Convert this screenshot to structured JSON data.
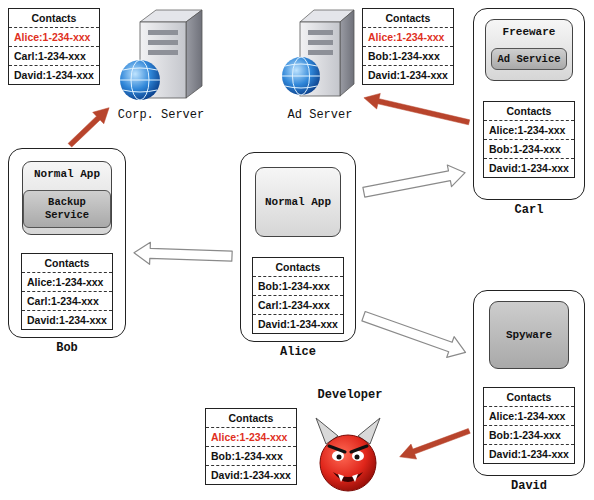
{
  "diagram": {
    "nodes": [
      {
        "text": [
          "Contacts",
          "Alice:1-234-xxx",
          "Carl:1-234-xxx",
          "David:1-234-xxx"
        ]
      },
      {
        "text": [
          "Corp. Server"
        ]
      },
      {
        "text": [
          "Ad Server"
        ]
      },
      {
        "text": [
          "Contacts",
          "Alice:1-234-xxx",
          "Bob:1-234-xxx",
          "David:1-234-xxx"
        ]
      },
      {
        "text": [
          "Carl"
        ]
      },
      {
        "text": [
          "Freeware"
        ],
        "in": 4
      },
      {
        "text": [
          "Ad Service"
        ],
        "in": 5
      },
      {
        "text": [
          "Contacts",
          "Alice:1-234-xxx",
          "Bob:1-234-xxx",
          "David:1-234-xxx"
        ],
        "in": 4
      },
      {
        "text": [
          "Bob"
        ]
      },
      {
        "text": [
          "Normal App"
        ],
        "in": 8
      },
      {
        "text": [
          "Backup Service"
        ],
        "in": 9
      },
      {
        "text": [
          "Contacts",
          "Alice:1-234-xxx",
          "Carl:1-234-xxx",
          "David:1-234-xxx"
        ],
        "in": 8
      },
      {
        "text": [
          "Alice"
        ]
      },
      {
        "text": [
          "Normal App"
        ],
        "in": 12
      },
      {
        "text": [
          "Contacts",
          "Bob:1-234-xxx",
          "Carl:1-234-xxx",
          "David:1-234-xxx"
        ],
        "in": 12
      },
      {
        "text": [
          "David"
        ]
      },
      {
        "text": [
          "Spyware"
        ],
        "in": 15
      },
      {
        "text": [
          "Contacts",
          "Alice:1-234-xxx",
          "Bob:1-234-xxx",
          "David:1-234-xxx"
        ],
        "in": 15
      },
      {
        "text": [
          "Contacts",
          "Alice:1-234-xxx",
          "Bob:1-234-xxx",
          "David:1-234-xxx"
        ]
      },
      {
        "text": [
          "Developer"
        ]
      }
    ],
    "edges": [
      {
        "from": 12,
        "to": 8,
        "arrow": "to"
      },
      {
        "from": 12,
        "to": 4,
        "arrow": "to"
      },
      {
        "from": 12,
        "to": 15,
        "arrow": "to"
      },
      {
        "from": 8,
        "to": 1,
        "arrow": "to"
      },
      {
        "from": 4,
        "to": 2,
        "arrow": "to"
      },
      {
        "from": 15,
        "to": 19,
        "arrow": "to"
      },
      {
        "from": 9,
        "to": 11,
        "arrow": "to"
      },
      {
        "from": 5,
        "to": 7,
        "arrow": "to"
      },
      {
        "from": 13,
        "to": 14,
        "arrow": "to"
      },
      {
        "from": 16,
        "to": 17,
        "arrow": "to"
      }
    ]
  }
}
